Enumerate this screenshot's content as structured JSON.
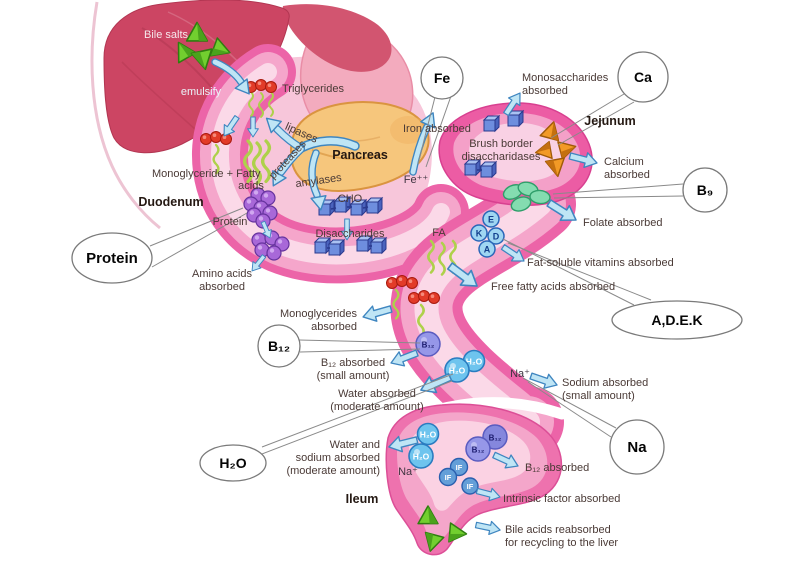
{
  "organs": {
    "pancreas": "Pancreas",
    "duodenum": "Duodenum",
    "jejunum": "Jejunum",
    "ileum": "Ileum"
  },
  "callouts": {
    "fe": "Fe",
    "ca": "Ca",
    "b9": "B₉",
    "protein": "Protein",
    "adek": "A,D.E.K",
    "b12": "B₁₂",
    "na": "Na",
    "h2o": "H₂O"
  },
  "labels": {
    "bile_salts": "Bile salts",
    "emulsify": "emulsify",
    "triglycerides": "Triglycerides",
    "lipases": "lipases",
    "proteases": "proteases",
    "amylases": "amylases",
    "monoglyceride_plus_fatty": "Monoglyceride + Fatty",
    "acids": "acids",
    "protein": "Protein",
    "cho": "CHO",
    "disaccharides": "Disaccharides",
    "amino_acids_absorbed": "Amino acids\nabsorbed",
    "iron_absorbed": "Iron absorbed",
    "fe_ion": "Fe⁺⁺",
    "monosaccharides_absorbed": "Monosaccharides\nabsorbed",
    "brush_border": "Brush border\ndisaccharidases",
    "calcium_absorbed": "Calcium\nabsorbed",
    "folate_absorbed": "Folate absorbed",
    "fa": "FA",
    "fat_soluble_absorbed": "Fat-soluble vitamins absorbed",
    "free_fatty_absorbed": "Free fatty acids absorbed",
    "monoglycerides_absorbed": "Monoglycerides\nabsorbed",
    "b12_small": "B₁₂ absorbed\n(small amount)",
    "water_moderate": "Water absorbed\n(moderate amount)",
    "na_ion": "Na⁺",
    "sodium_small": "Sodium absorbed\n(small amount)",
    "water_sodium_moderate": "Water and\nsodium absorbed\n(moderate amount)",
    "b12_absorbed": "B₁₂ absorbed",
    "intrinsic_factor_absorbed": "Intrinsic factor absorbed",
    "bile_acids_reabsorbed": "Bile acids reabsorbed\nfor recycling to the liver"
  },
  "molecules": {
    "h2o": "H₂O",
    "b12": "B₁₂",
    "intrinsic_factor": "IF",
    "vitamin_a": "A",
    "vitamin_d": "D",
    "vitamin_e": "E",
    "vitamin_k": "K"
  },
  "colors": {
    "background": "#ffffff",
    "liver": "#cc4563",
    "stomach": "#f3abbe",
    "intestine_outer": "#ec64a8",
    "intestine_mid": "#f5a6cb",
    "intestine_inner": "#fbd9e8",
    "pancreas": "#f6c67c",
    "arrow_fill": "#bfe5f5",
    "arrow_outline": "#3f86c0",
    "bile_salt_green": "#72cf2f",
    "calcium_orange": "#f29a26",
    "protein_purple": "#a868d8",
    "carb_cube_blue": "#6e8ede",
    "folate_green": "#84dcb0",
    "vitamin_blue": "#9fd6f2",
    "water_blue": "#6ec4ee",
    "b12_violet": "#9697e8",
    "if_blue": "#649fd8",
    "lipid_red": "#e23b28",
    "fatty_acid_green": "#aed14a",
    "label_text": "#4a3a36",
    "leader_line": "#8a8a8a"
  }
}
